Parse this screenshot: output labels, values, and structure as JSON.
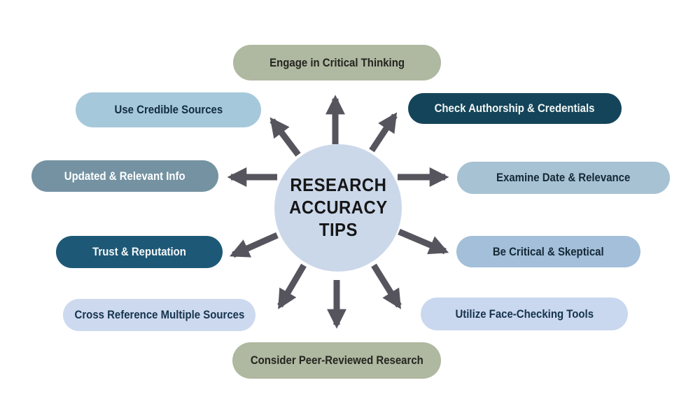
{
  "diagram": {
    "type": "radial-spoke-infographic",
    "center": {
      "id": "research-accuracy-tips",
      "label": "RESEARCH\nACCURACY\nTIPS",
      "bg": "#cbd8ea",
      "text_color": "#161616"
    },
    "nodes": [
      {
        "id": "engage-critical-thinking",
        "label": "Engage in Critical Thinking",
        "bg": "#afb8a0",
        "text_color": "#23251f"
      },
      {
        "id": "use-credible-sources",
        "label": "Use Credible Sources",
        "bg": "#a6c8db",
        "text_color": "#112b40"
      },
      {
        "id": "check-authorship-credentials",
        "label": "Check Authorship & Credentials",
        "bg": "#144459",
        "text_color": "#f2f6f5"
      },
      {
        "id": "updated-relevant-info",
        "label": "Updated & Relevant Info",
        "bg": "#7492a2",
        "text_color": "#ffffff"
      },
      {
        "id": "examine-date-relevance",
        "label": "Examine Date & Relevance",
        "bg": "#a6c2d3",
        "text_color": "#152836"
      },
      {
        "id": "trust-reputation",
        "label": "Trust & Reputation",
        "bg": "#1e5877",
        "text_color": "#f4f8f7"
      },
      {
        "id": "be-critical-skeptical",
        "label": "Be Critical & Skeptical",
        "bg": "#a3bfd9",
        "text_color": "#152836"
      },
      {
        "id": "cross-reference-multiple-sources",
        "label": "Cross Reference Multiple Sources",
        "bg": "#ccd9ef",
        "text_color": "#16334d"
      },
      {
        "id": "utilize-face-checking-tools",
        "label": "Utilize Face-Checking Tools",
        "bg": "#c9d8ee",
        "text_color": "#16334d"
      },
      {
        "id": "consider-peer-reviewed-research",
        "label": "Consider Peer-Reviewed Research",
        "bg": "#afb8a0",
        "text_color": "#23251f"
      }
    ],
    "arrows": [
      {
        "from": "research-accuracy-tips",
        "to": "engage-critical-thinking"
      },
      {
        "from": "research-accuracy-tips",
        "to": "use-credible-sources"
      },
      {
        "from": "research-accuracy-tips",
        "to": "check-authorship-credentials"
      },
      {
        "from": "research-accuracy-tips",
        "to": "updated-relevant-info"
      },
      {
        "from": "research-accuracy-tips",
        "to": "examine-date-relevance"
      },
      {
        "from": "research-accuracy-tips",
        "to": "trust-reputation"
      },
      {
        "from": "research-accuracy-tips",
        "to": "be-critical-skeptical"
      },
      {
        "from": "research-accuracy-tips",
        "to": "cross-reference-multiple-sources"
      },
      {
        "from": "research-accuracy-tips",
        "to": "utilize-face-checking-tools"
      },
      {
        "from": "research-accuracy-tips",
        "to": "consider-peer-reviewed-research"
      }
    ],
    "palette": {
      "arrow": "#56555e",
      "background": "#ffffff"
    }
  }
}
